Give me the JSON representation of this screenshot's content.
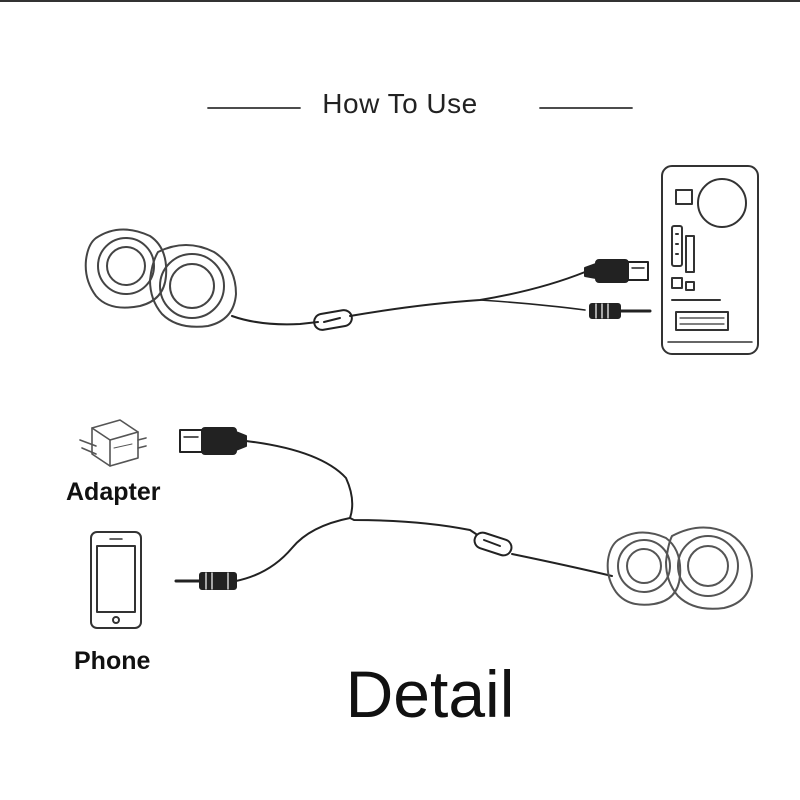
{
  "title": "How To Use",
  "labels": {
    "adapter": "Adapter",
    "phone": "Phone",
    "detail": "Detail"
  },
  "icons": {
    "speakers_top": "speakers-icon",
    "computer": "desktop-tower-icon",
    "usb_plug": "usb-plug-icon",
    "audio_jack": "audio-jack-icon",
    "inline_switch": "volume-switch-icon",
    "adapter": "power-adapter-icon",
    "phone": "smartphone-icon",
    "speakers_bottom": "speakers-icon"
  },
  "colors": {
    "line": "#222222",
    "text": "#111111",
    "background": "#ffffff"
  }
}
